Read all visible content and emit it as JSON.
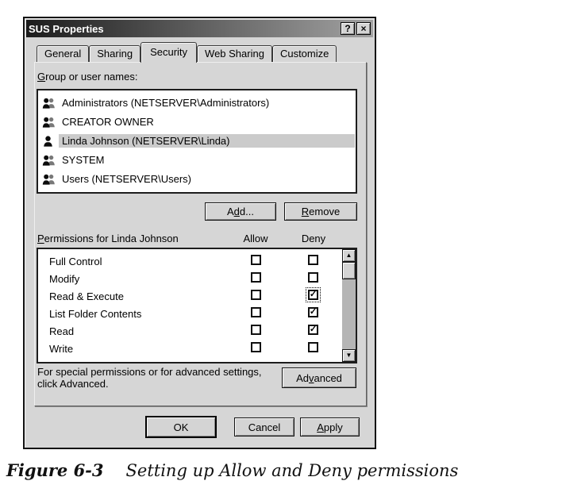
{
  "window": {
    "title": "SUS Properties",
    "help_glyph": "?",
    "close_glyph": "×"
  },
  "tabs": {
    "labels": [
      "General",
      "Sharing",
      "Security",
      "Web Sharing",
      "Customize"
    ],
    "active": "Security"
  },
  "security": {
    "group_label": {
      "pre": "",
      "key": "G",
      "post": "roup or user names:"
    },
    "users": [
      {
        "name": "Administrators (NETSERVER\\Administrators)",
        "icon": "group",
        "selected": false
      },
      {
        "name": "CREATOR OWNER",
        "icon": "group",
        "selected": false
      },
      {
        "name": "Linda Johnson (NETSERVER\\Linda)",
        "icon": "user",
        "selected": true
      },
      {
        "name": "SYSTEM",
        "icon": "group",
        "selected": false
      },
      {
        "name": "Users (NETSERVER\\Users)",
        "icon": "group",
        "selected": false
      }
    ],
    "add_button": {
      "pre": "A",
      "key": "d",
      "post": "d..."
    },
    "remove_button": {
      "pre": "",
      "key": "R",
      "post": "emove"
    },
    "permissions_label": {
      "pre": "",
      "key": "P",
      "post": "ermissions for Linda Johnson"
    },
    "columns": {
      "allow": "Allow",
      "deny": "Deny"
    },
    "permissions": [
      {
        "name": "Full Control",
        "allow": false,
        "deny": false
      },
      {
        "name": "Modify",
        "allow": false,
        "deny": false
      },
      {
        "name": "Read & Execute",
        "allow": false,
        "deny": true,
        "deny_focused": true
      },
      {
        "name": "List Folder Contents",
        "allow": false,
        "deny": true
      },
      {
        "name": "Read",
        "allow": false,
        "deny": true
      },
      {
        "name": "Write",
        "allow": false,
        "deny": false
      }
    ],
    "advanced_note_line1": "For special permissions or for advanced settings,",
    "advanced_note_line2": "click Advanced.",
    "advanced_button": {
      "pre": "Ad",
      "key": "v",
      "post": "anced"
    }
  },
  "footer": {
    "ok": "OK",
    "cancel": "Cancel",
    "apply": {
      "pre": "",
      "key": "A",
      "post": "pply"
    }
  },
  "icons": {
    "check_glyph": "✓",
    "up_arrow": "▲",
    "down_arrow": "▼"
  },
  "colors": {
    "dialog_bg": "#d6d6d6",
    "titlebar_gradient_start": "#1c1c1c",
    "titlebar_gradient_end": "#a2a2a2",
    "selection_bg": "#cbcbcb"
  },
  "caption": {
    "label": "Figure 6-3",
    "text": "Setting up Allow and Deny permissions"
  }
}
